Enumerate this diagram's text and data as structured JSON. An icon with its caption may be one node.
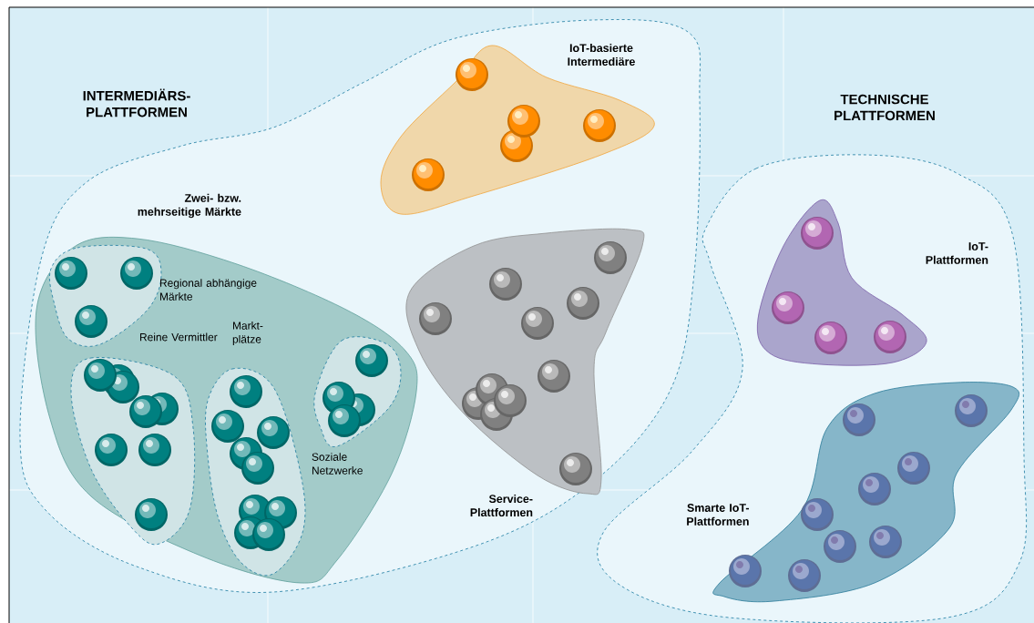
{
  "diagram": {
    "nodes": [
      {
        "text": [
          "INTERMEDIÄRS- PLATTFORMEN"
        ]
      },
      {
        "text": [
          "IoT-basierte Intermediäre"
        ],
        "in": 0
      },
      {
        "text": [
          "Zwei- bzw. mehrseitige Märkte"
        ],
        "in": 0
      },
      {
        "text": [
          "Regional abhängige Märkte"
        ],
        "in": 2
      },
      {
        "text": [
          "Reine Vermittler"
        ],
        "in": 2
      },
      {
        "text": [
          "Markt- plätze"
        ],
        "in": 2
      },
      {
        "text": [
          "Soziale Netzwerke"
        ],
        "in": 2
      },
      {
        "text": [
          "Service- Plattformen"
        ],
        "in": 0
      },
      {
        "text": [
          "TECHNISCHE PLATTFORMEN"
        ]
      },
      {
        "text": [
          "IoT- Plattformen"
        ],
        "in": 8
      },
      {
        "text": [
          "Smarte IoT- Plattformen"
        ],
        "in": 8
      }
    ]
  }
}
